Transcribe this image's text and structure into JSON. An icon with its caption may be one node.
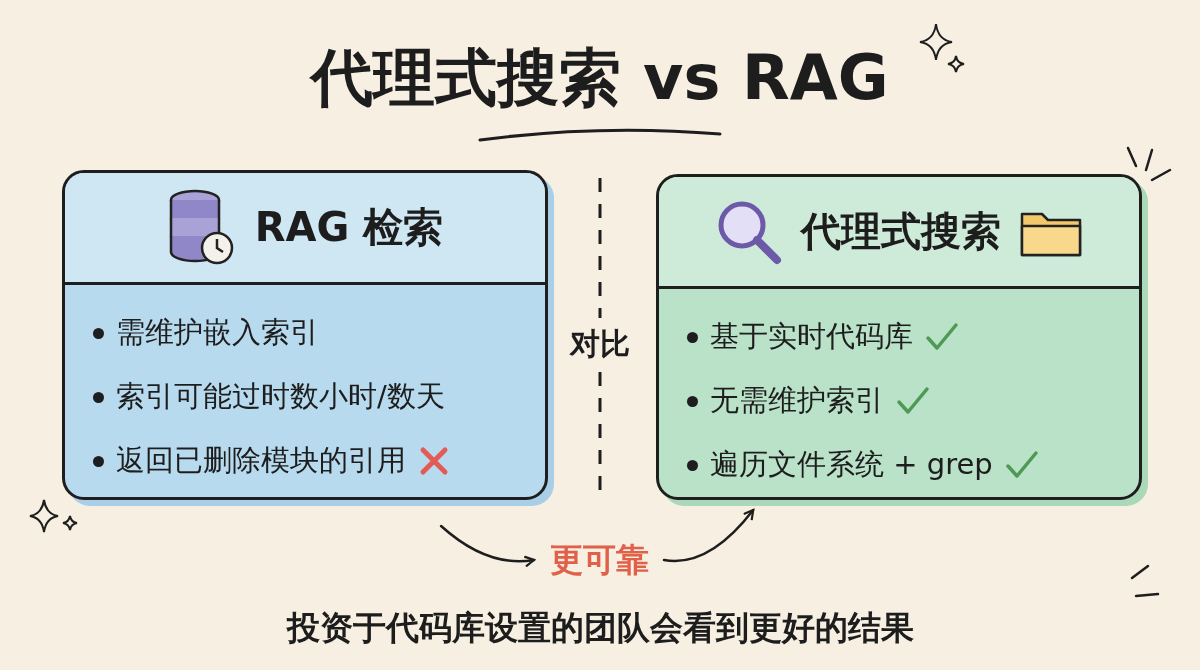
{
  "diagram": {
    "title": "代理式搜索 vs RAG",
    "nodes": [
      {
        "text": [
          "RAG 检索",
          "需维护嵌入索引",
          "索引可能过时数小时/数天",
          "返回已删除模块的引用"
        ]
      },
      {
        "text": [
          "代理式搜索",
          "基于实时代码库",
          "无需维护索引",
          "遍历文件系统 + grep"
        ]
      },
      {
        "text": [
          "更可靠"
        ]
      }
    ],
    "edges": [
      {
        "from": 0,
        "to": 2,
        "arrow": "to"
      },
      {
        "from": 2,
        "to": 1,
        "arrow": "to"
      }
    ],
    "labels": [
      "对比"
    ],
    "caption": "投资于代码库设置的团队会看到更好的结果"
  }
}
